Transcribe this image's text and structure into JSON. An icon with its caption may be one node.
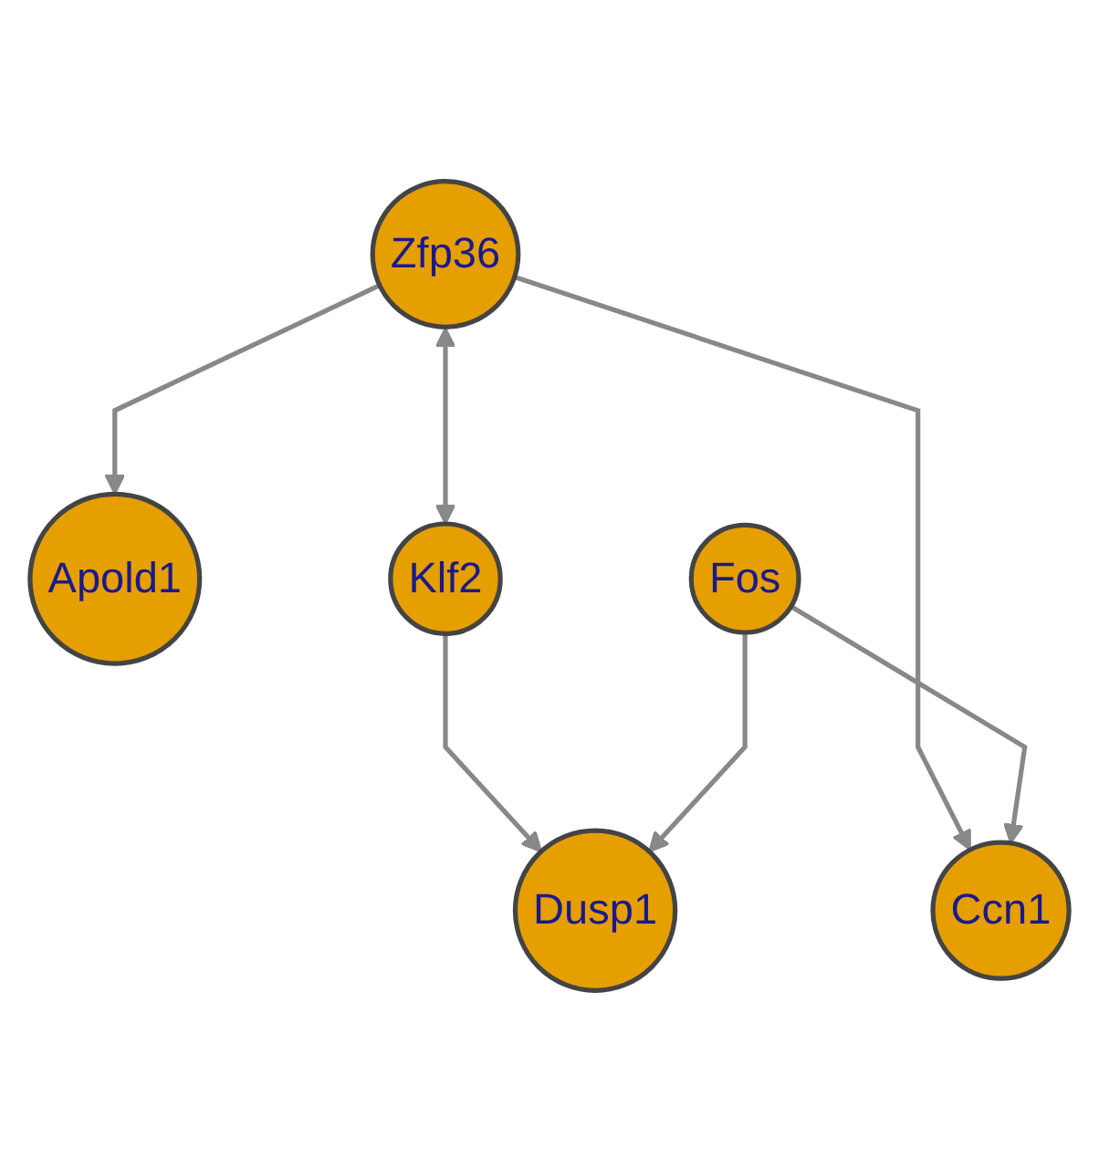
{
  "diagram": {
    "nodes": [
      {
        "text": [
          "Apold1"
        ]
      },
      {
        "text": [
          "Zfp36"
        ]
      },
      {
        "text": [
          "Klf2"
        ]
      },
      {
        "text": [
          "Ccn1"
        ]
      },
      {
        "text": [
          "Fos"
        ]
      },
      {
        "text": [
          "Dusp1"
        ]
      }
    ],
    "edges": [
      {
        "from": 1,
        "to": 0,
        "arrow": "to"
      },
      {
        "from": 1,
        "to": 2,
        "arrow": "both"
      },
      {
        "from": 1,
        "to": 3,
        "arrow": "to"
      },
      {
        "from": 2,
        "to": 5,
        "arrow": "to"
      },
      {
        "from": 4,
        "to": 3,
        "arrow": "to"
      },
      {
        "from": 4,
        "to": 5,
        "arrow": "to"
      }
    ]
  }
}
